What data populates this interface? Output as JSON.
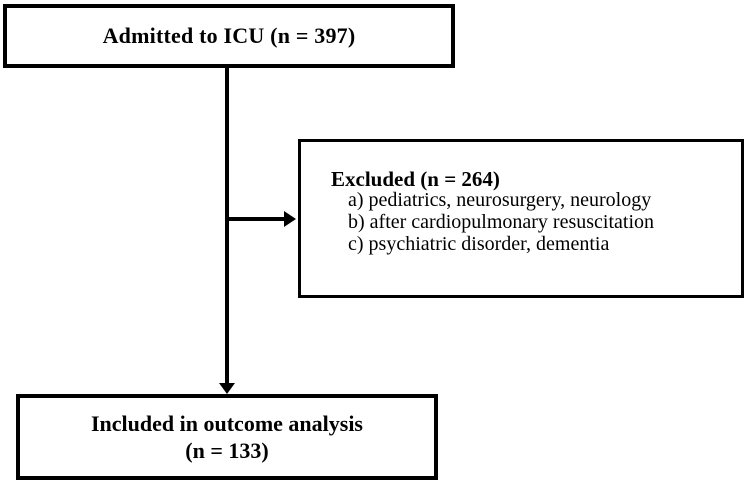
{
  "diagram": {
    "type": "flowchart",
    "colors": {
      "background": "#ffffff",
      "line": "#000000",
      "text": "#000000"
    },
    "nodes": {
      "admitted": {
        "label": "Admitted to ICU (n = 397)"
      },
      "excluded": {
        "title": "Excluded (n = 264)",
        "items": [
          "a) pediatrics, neurosurgery, neurology",
          "b) after cardiopulmonary resuscitation",
          "c) psychiatric disorder, dementia"
        ]
      },
      "included": {
        "label_line1": "Included in outcome analysis",
        "label_line2": "(n = 133)"
      }
    },
    "edges": [
      {
        "from": "admitted",
        "to": "included",
        "style": "arrow-down"
      },
      {
        "from": "admitted",
        "to": "excluded",
        "style": "arrow-right-branch"
      }
    ]
  }
}
